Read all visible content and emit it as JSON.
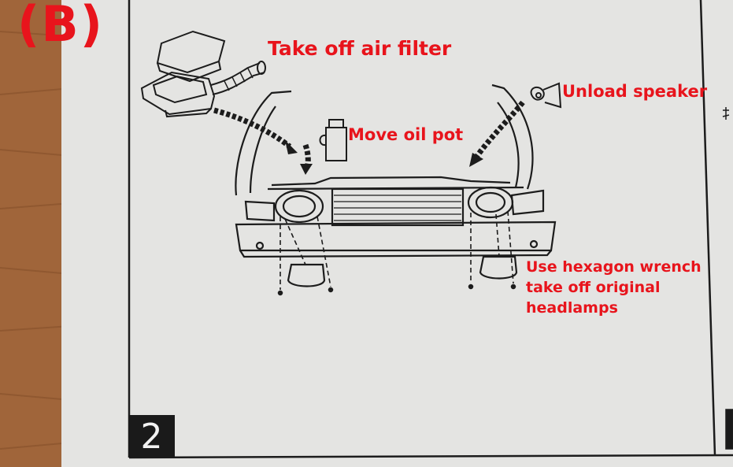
{
  "step": {
    "letter": "(B)",
    "number": "2"
  },
  "labels": {
    "air_filter": "Take off air filter",
    "oil_pot": "Move oil pot",
    "speaker": "Unload speaker",
    "wrench_lines": [
      "Use hexagon wrench",
      "take off original",
      "headlamps"
    ]
  },
  "colors": {
    "label": "#e8141c",
    "line": "#1c1c1c",
    "paper": "#e4e4e2",
    "wood": "#a0653a"
  }
}
